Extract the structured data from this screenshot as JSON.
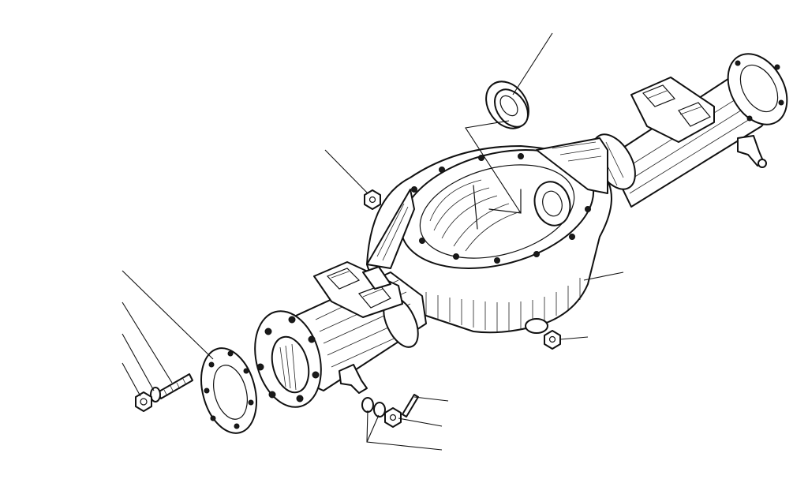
{
  "figure": {
    "subject": "rear-axle-housing-exploded-view",
    "colors": {
      "ink": "#111111",
      "paper": "#ffffff"
    },
    "parts": [
      "axle-housing",
      "oil-seal",
      "housing-nut",
      "drain-plug",
      "axle-flange",
      "flange-gasket",
      "stud",
      "spring-washer",
      "flange-nut",
      "breather-nipple",
      "plain-washer",
      "lock-washer",
      "hex-nut"
    ],
    "callout_count": 11
  }
}
